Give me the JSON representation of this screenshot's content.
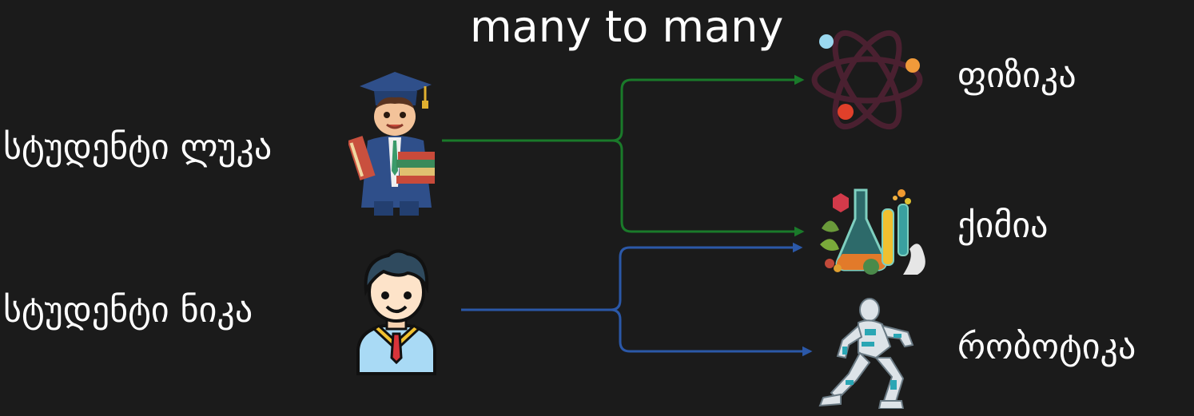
{
  "title": "many to many",
  "students": [
    {
      "label": "სტუდენტი ლუკა",
      "icon": "graduate-student-icon"
    },
    {
      "label": "სტუდენტი ნიკა",
      "icon": "student-avatar-icon"
    }
  ],
  "subjects": [
    {
      "label": "ფიზიკა",
      "icon": "atom-icon"
    },
    {
      "label": "ქიმია",
      "icon": "chemistry-flasks-icon"
    },
    {
      "label": "რობოტიკა",
      "icon": "robot-icon"
    }
  ],
  "relations": [
    {
      "from": "სტუდენტი ლუკა",
      "to": [
        "ფიზიკა",
        "ქიმია"
      ],
      "color": "#1a7a2a"
    },
    {
      "from": "სტუდენტი ნიკა",
      "to": [
        "ქიმია",
        "რობოტიკა"
      ],
      "color": "#2b58a8"
    }
  ],
  "colors": {
    "background": "#1b1b1b",
    "text": "#ffffff",
    "luka_arrow": "#1a7a2a",
    "nika_arrow": "#2b58a8"
  }
}
